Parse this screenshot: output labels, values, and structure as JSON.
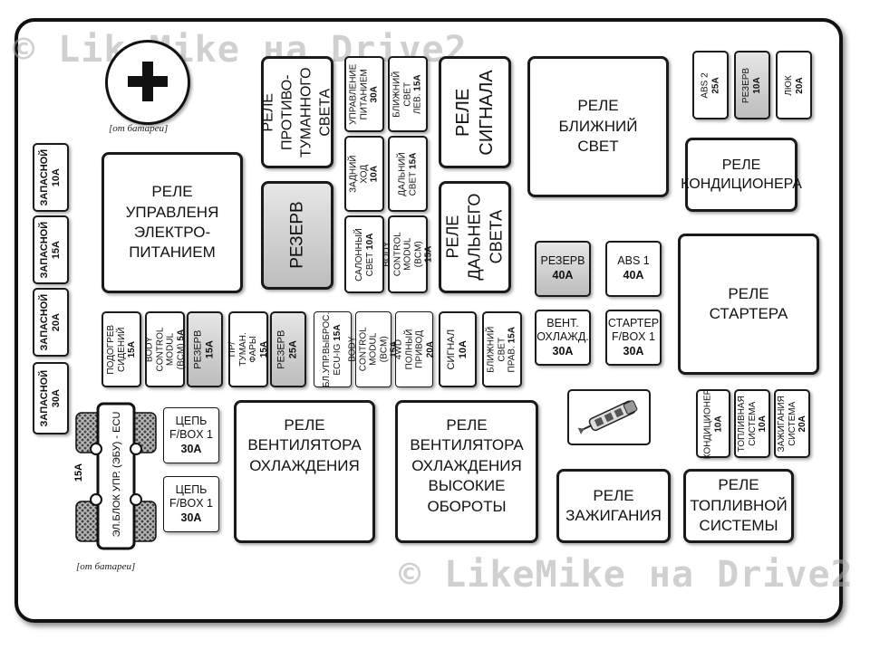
{
  "watermark": "© LikeMike на Drive2",
  "battery_caption": "[от батареи]",
  "battery_caption_bottom": "[от батареи]",
  "plus_symbol": "+",
  "left_fuses": [
    {
      "name": "ЗАПАСНОЙ",
      "rating": "10A"
    },
    {
      "name": "ЗАПАСНОЙ",
      "rating": "15A"
    },
    {
      "name": "ЗАПАСНОЙ",
      "rating": "20A"
    },
    {
      "name": "ЗАПАСНОЙ",
      "rating": "30A"
    }
  ],
  "relays": {
    "power_control": "РЕЛЕ\nУПРАВЛЕНЯ\nЭЛЕКТРО-\nПИТАНИЕМ",
    "fog": "РЕЛЕ\nПРОТИВО-\nТУМАННОГО\nСВЕТА",
    "reserve_big": "РЕЗЕРВ",
    "horn": "РЕЛЕ\nСИГНАЛА",
    "high_beam": "РЕЛЕ\nДАЛЬНЕГО\nСВЕТА",
    "low_beam": "РЕЛЕ\nБЛИЖНИЙ\nСВЕТ",
    "ac": "РЕЛЕ\nКОНДИЦИОНЕРА",
    "starter": "РЕЛЕ\nСТАРТЕРА",
    "fan": "РЕЛЕ\nВЕНТИЛЯТОРА\nОХЛАЖДЕНИЯ",
    "fan_high": "РЕЛЕ\nВЕНТИЛЯТОРА\nОХЛАЖДЕНИЯ\nВЫСОКИЕ\nОБОРОТЫ",
    "ignition": "РЕЛЕ\nЗАЖИГАНИЯ",
    "fuel": "РЕЛЕ\nТОПЛИВНОЙ\nСИСТЕМЫ"
  },
  "upper_fuses": [
    {
      "name": "УПРАВЛЕНИЕ\nПИТАНИЕМ",
      "rating": "30A"
    },
    {
      "name": "БЛИЖНИЙ\nСВЕТ ЛЕВ.",
      "rating": "15A"
    },
    {
      "name": "ЗАДНИЙ\nХОД",
      "rating": "10A"
    },
    {
      "name": "ДАЛЬНИЙ\nСВЕТ",
      "rating": "15A"
    },
    {
      "name": "САЛОННЫЙ\nСВЕТ",
      "rating": "10A"
    },
    {
      "name": "BODY CONTROL\nMODUL (BCM)",
      "rating": "15A"
    }
  ],
  "top_right_fuses": [
    {
      "name": "ABS 2",
      "rating": "25A"
    },
    {
      "name": "РЕЗЕРВ",
      "rating": "10A"
    },
    {
      "name": "ЛЮК",
      "rating": "20A"
    }
  ],
  "mid_fuses": {
    "reserve40": {
      "name": "РЕЗЕРВ",
      "rating": "40A"
    },
    "abs1": {
      "name": "ABS 1",
      "rating": "40A"
    },
    "cooling": {
      "name": "ВЕНТ.\nОХЛАЖД.",
      "rating": "30A"
    },
    "starter_fbox": {
      "name": "СТАРТЕР\nF/BOX 1",
      "rating": "30A"
    }
  },
  "row_fuses": [
    {
      "name": "ПОДОГРЕВ\nСИДЕНИЙ",
      "rating": "15A"
    },
    {
      "name": "BODY CONTROL\nMODUL (BCM)",
      "rating": "5A"
    },
    {
      "name": "РЕЗЕРВ",
      "rating": "15A"
    },
    {
      "name": "ПР/ТУМАН.\nФАРЫ",
      "rating": "15A"
    },
    {
      "name": "РЕЗЕРВ",
      "rating": "25A"
    },
    {
      "name": "БЛ.УПР.ВЫБРОС.\nECU-IG",
      "rating": "15A"
    },
    {
      "name": "BODY CONTROL\nMODUL (BCM)",
      "rating": "15A"
    },
    {
      "name": "4WD ПОЛНЫЙ\nПРИВОД",
      "rating": "20A"
    },
    {
      "name": "СИГНАЛ",
      "rating": "10A"
    },
    {
      "name": "БЛИЖНИЙ\nСВЕТ ПРАВ.",
      "rating": "15A"
    }
  ],
  "circuit_fuses": [
    {
      "name": "ЦЕПЬ\nF/BOX 1",
      "rating": "30A"
    },
    {
      "name": "ЦЕПЬ\nF/BOX 1",
      "rating": "30A"
    }
  ],
  "ecu_block": {
    "label": "ЭЛ.БЛОК УПР. (ЭБУ) - ECU",
    "rating": "15A"
  },
  "right_fuses": [
    {
      "name": "КОНДИЦИОНЕР",
      "rating": "10A"
    },
    {
      "name": "ТОПЛИВНАЯ\nСИСТЕМА",
      "rating": "10A"
    },
    {
      "name": "ЗАЖИГАНИЯ\nСИСТЕМА",
      "rating": "20A"
    }
  ],
  "tool_icon": "fuse-puller-icon"
}
